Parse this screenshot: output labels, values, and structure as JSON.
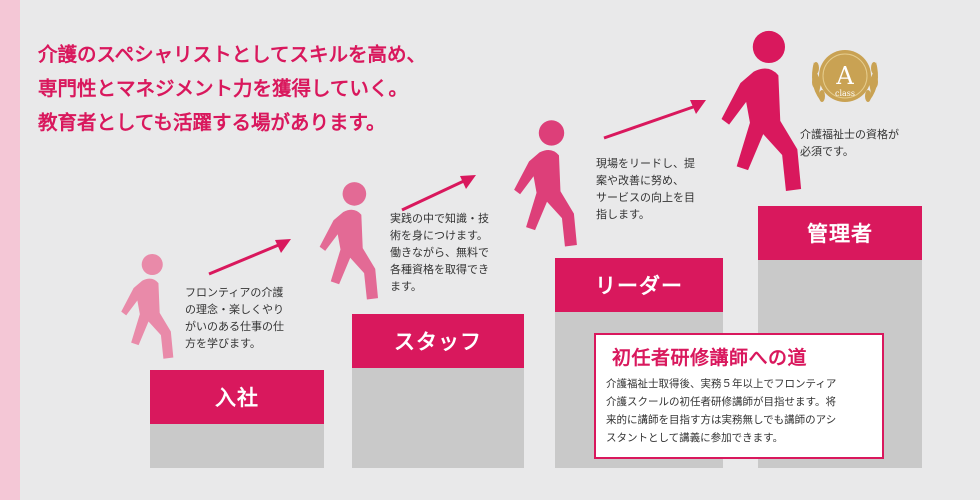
{
  "headline": {
    "line1": "介護のスペシャリストとしてスキルを高め、",
    "line2": "専門性とマネジメント力を獲得していく。",
    "line3": "教育者としても活躍する場があります。"
  },
  "steps": [
    {
      "label": "入社",
      "desc": [
        "フロンティアの介護",
        "の理念・楽しくやり",
        "がいのある仕事の仕",
        "方を学びます。"
      ],
      "figure_icon": "walking-person-icon",
      "figure_color": "#e98aa9"
    },
    {
      "label": "スタッフ",
      "desc": [
        "実践の中で知識・技",
        "術を身につけます。",
        "働きながら、無料で",
        "各種資格を取得でき",
        "ます。"
      ],
      "figure_icon": "walking-person-icon",
      "figure_color": "#e36a95"
    },
    {
      "label": "リーダー",
      "desc": [
        "現場をリードし、提",
        "案や改善に努め、",
        "サービスの向上を目",
        "指します。"
      ],
      "figure_icon": "walking-person-icon",
      "figure_color": "#dd3f79"
    },
    {
      "label": "管理者",
      "desc": [
        "介護福祉士の資格が",
        "必須です。"
      ],
      "figure_icon": "walking-person-icon",
      "figure_color": "#d9185d"
    }
  ],
  "medal": {
    "letter": "A",
    "sub": "class",
    "icon": "laurel-medal-icon"
  },
  "path_box": {
    "title": "初任者研修講師への道",
    "body": [
      "介護福祉士取得後、実務５年以上でフロンティア",
      "介護スクールの初任者研修講師が目指せます。将",
      "来的に講師を目指す方は実務無しでも講師のアシ",
      "スタントとして講義に参加できます。"
    ]
  },
  "colors": {
    "accent": "#d9185d",
    "step_base": "#c9c9c9",
    "left_strip": "#f4c7d6",
    "medal_gold": "#c9a253"
  }
}
